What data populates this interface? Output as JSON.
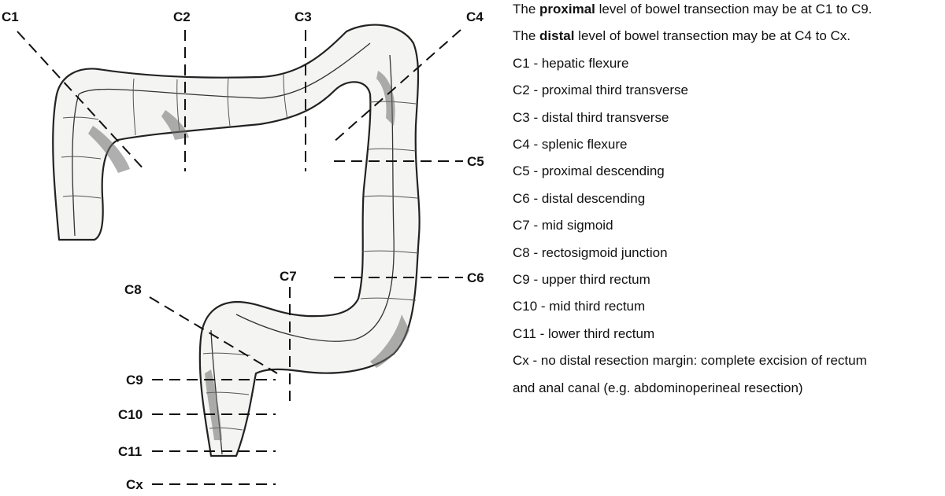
{
  "diagram": {
    "cut_labels": {
      "c1": "C1",
      "c2": "C2",
      "c3": "C3",
      "c4": "C4",
      "c5": "C5",
      "c6": "C6",
      "c7": "C7",
      "c8": "C8",
      "c9": "C9",
      "c10": "C10",
      "c11": "C11",
      "cx": "Cx"
    }
  },
  "legend": {
    "proximal": {
      "prefix": "The ",
      "emphasis": "proximal",
      "suffix": " level of bowel transection may be at C1 to C9."
    },
    "distal": {
      "prefix": "The ",
      "emphasis": "distal",
      "suffix": " level of bowel transection may be at C4 to Cx."
    },
    "items": [
      "C1 - hepatic flexure",
      "C2 - proximal third transverse",
      "C3 - distal third transverse",
      "C4 - splenic flexure",
      "C5 - proximal descending",
      "C6 - distal descending",
      "C7 - mid sigmoid",
      "C8 - rectosigmoid junction",
      "C9 - upper third rectum",
      "C10 - mid third rectum",
      "C11 - lower third rectum",
      "Cx - no distal resection margin: complete excision of rectum",
      "and anal canal (e.g. abdominoperineal resection)"
    ]
  }
}
